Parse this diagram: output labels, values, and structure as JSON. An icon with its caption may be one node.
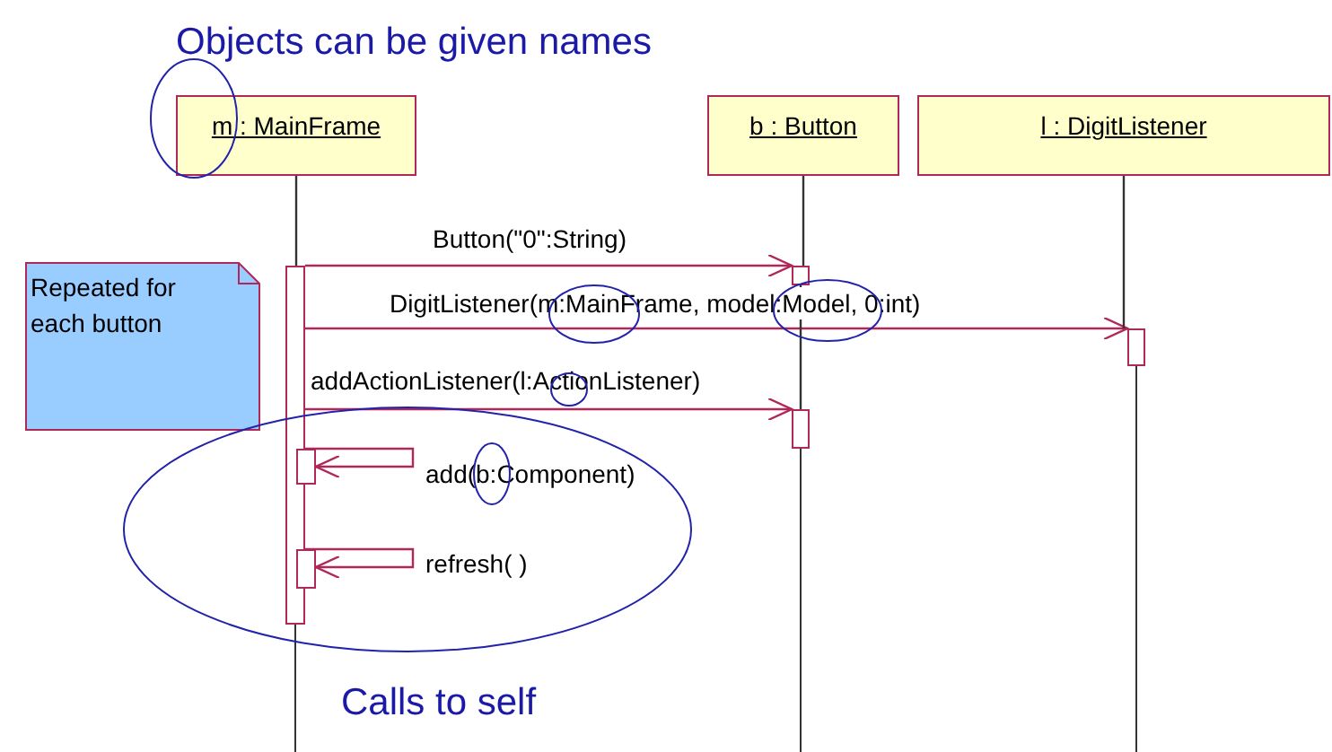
{
  "diagram": {
    "nodes": [
      {
        "text": [
          "m : MainFrame"
        ]
      },
      {
        "text": [
          "b : Button"
        ]
      },
      {
        "text": [
          "l : DigitListener"
        ]
      },
      {
        "text": [
          "Repeated for each button"
        ]
      },
      {
        "text": [],
        "shape": "bar"
      },
      {
        "text": [],
        "shape": "bar"
      },
      {
        "text": [],
        "shape": "bar"
      },
      {
        "text": [],
        "shape": "bar"
      },
      {
        "text": [],
        "shape": "bar"
      },
      {
        "text": [],
        "shape": "bar"
      }
    ],
    "edges": [
      {
        "from": 4,
        "to": 5,
        "arrow": "to",
        "label": "Button(\"0\":String)"
      },
      {
        "from": 4,
        "to": 6,
        "arrow": "to",
        "label": "DigitListener(m:MainFrame, model:Model, 0:int)"
      },
      {
        "from": 4,
        "to": 7,
        "arrow": "to",
        "label": "addActionListener(l:ActionListener)"
      },
      {
        "from": 4,
        "to": 8,
        "arrow": "to",
        "label": "add(b:Component)"
      },
      {
        "from": 4,
        "to": 9,
        "arrow": "to",
        "label": "refresh( )"
      },
      {
        "from": 0,
        "to": 4,
        "arrow": "none",
        "color": "#333333"
      },
      {
        "from": 1,
        "to": 5,
        "arrow": "none",
        "color": "#333333"
      },
      {
        "from": 2,
        "to": 6,
        "arrow": "none",
        "color": "#333333"
      },
      {
        "from": 5,
        "to": 7,
        "arrow": "none",
        "color": "#333333"
      }
    ],
    "labels": [
      "Objects can be given names",
      "Calls to self"
    ]
  }
}
